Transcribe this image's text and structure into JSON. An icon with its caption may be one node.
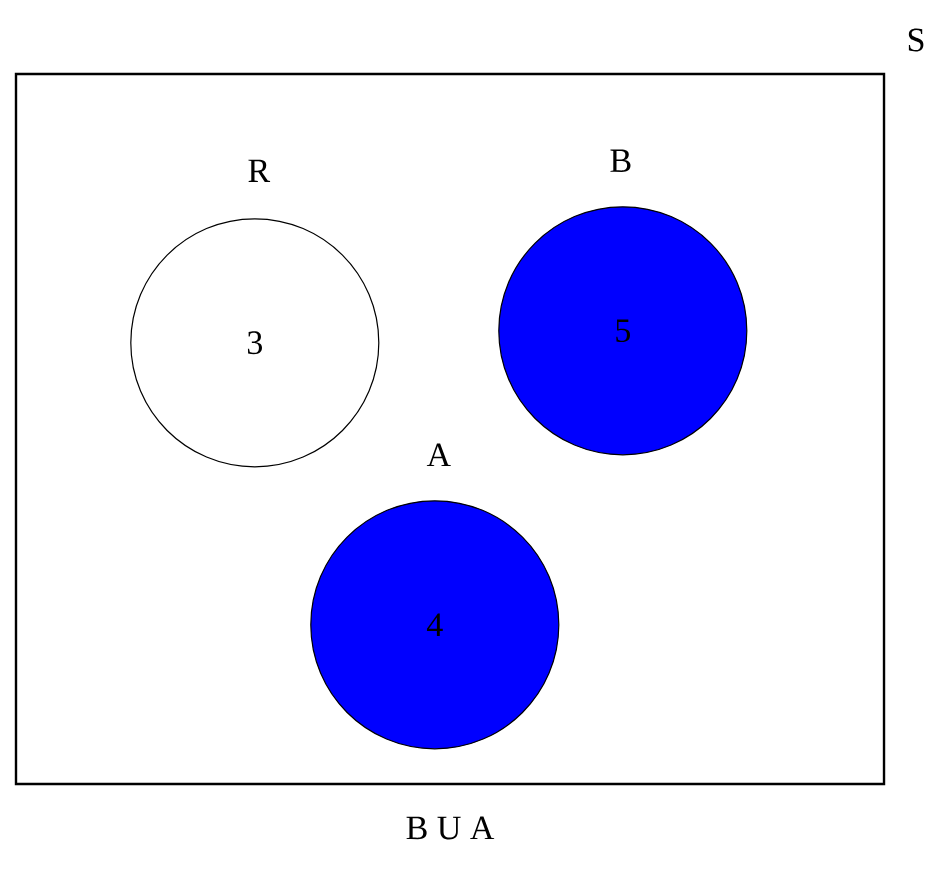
{
  "diagram": {
    "caption": "B U A",
    "nodes": [
      {
        "text": [
          "S"
        ]
      },
      {
        "text": [
          "R",
          "3"
        ],
        "in": 0
      },
      {
        "text": [
          "B",
          "5"
        ],
        "in": 0
      },
      {
        "text": [
          "A",
          "4"
        ],
        "in": 0
      }
    ],
    "edges": []
  }
}
